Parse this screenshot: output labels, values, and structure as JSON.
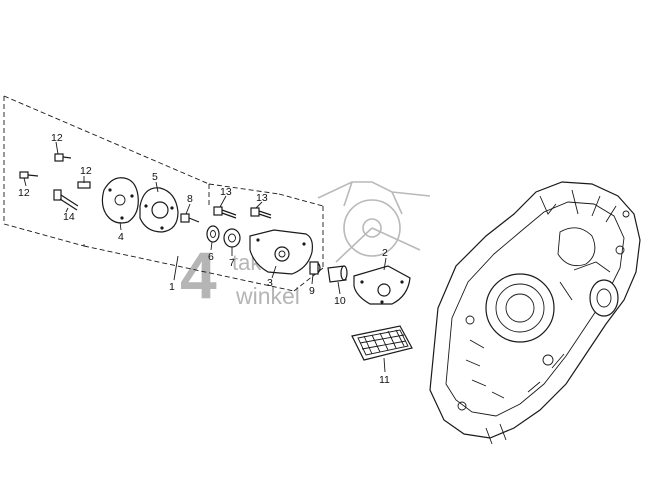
{
  "diagram": {
    "callouts": {
      "c1": "1",
      "c2": "2",
      "c3": "3",
      "c4": "4",
      "c5": "5",
      "c6": "6",
      "c7": "7",
      "c8": "8",
      "c9": "9",
      "c10": "10",
      "c11": "11",
      "c12a": "12",
      "c12b": "12",
      "c12c": "12",
      "c13a": "13",
      "c13b": "13",
      "c14": "14"
    },
    "watermark": {
      "digit": "4",
      "line1": "takt",
      "line2": "winkel"
    },
    "colors": {
      "ink": "#1a1a1a",
      "watermark": "#b5b5b5",
      "background": "#ffffff"
    }
  }
}
